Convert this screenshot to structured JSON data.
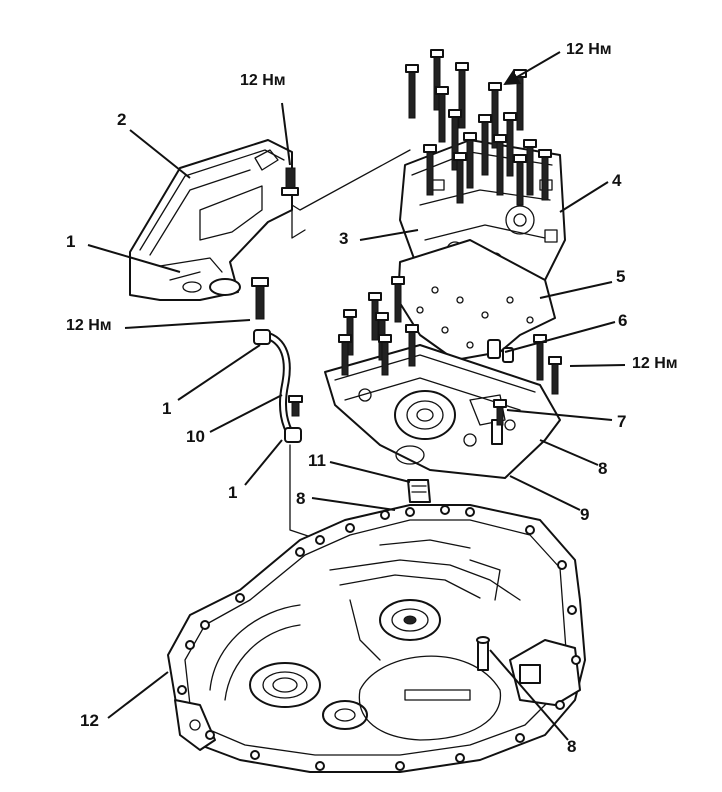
{
  "callouts": {
    "c1": "1",
    "c2": "2",
    "c3": "3",
    "c4": "4",
    "c5": "5",
    "c6": "6",
    "c7": "7",
    "c8": "8",
    "c9": "9",
    "c10": "10",
    "c11": "11",
    "c12": "12"
  },
  "torque": {
    "value": "12 Нм"
  }
}
